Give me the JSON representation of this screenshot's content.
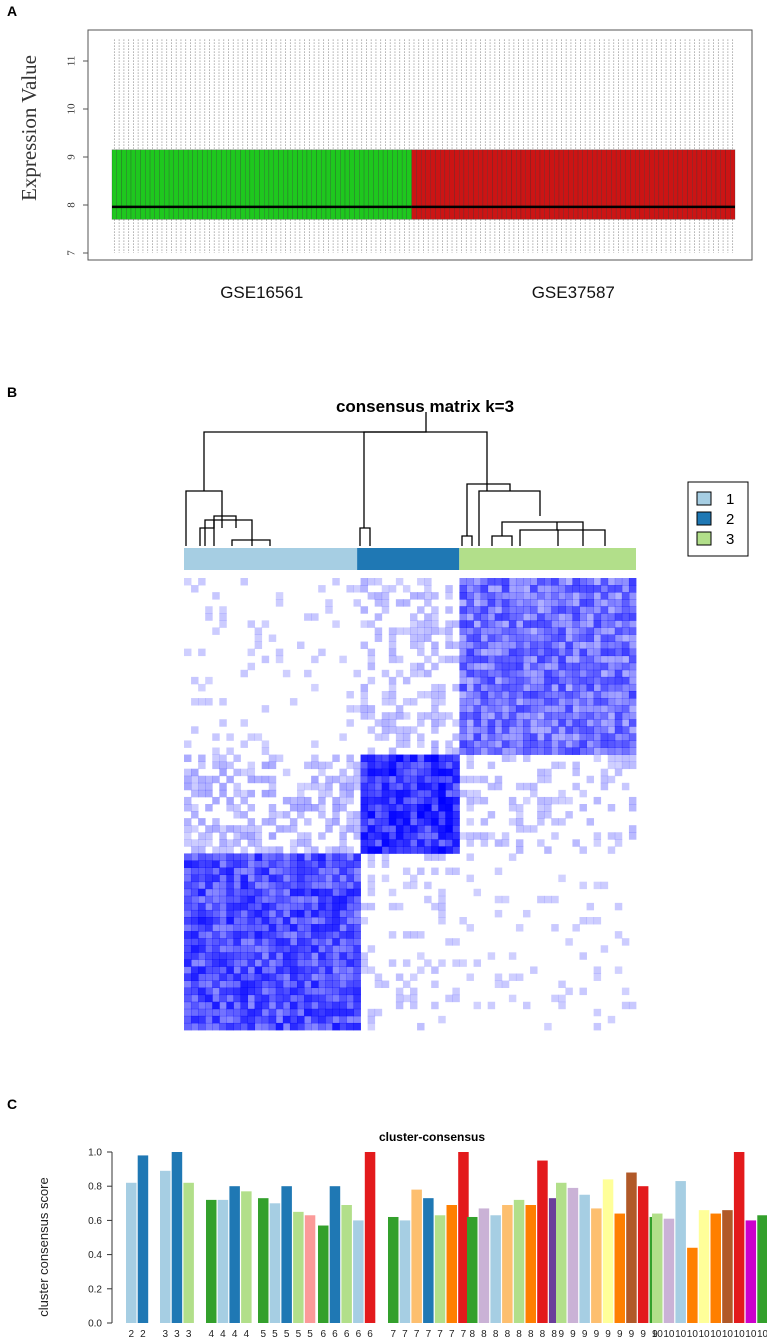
{
  "panels": {
    "a": "A",
    "b": "B",
    "c": "C"
  },
  "chart_data": [
    {
      "type": "box",
      "panel": "A",
      "ylabel": "Expression Value",
      "ylim": [
        7,
        11.5
      ],
      "yticks": [
        7,
        8,
        9,
        10,
        11
      ],
      "groups": [
        {
          "label": "GSE16561",
          "color": "#1ec81e",
          "n_samples": 63,
          "q1": 7.7,
          "median": 7.96,
          "q3": 9.15,
          "whisker_low": 7.0,
          "whisker_high": 11.45
        },
        {
          "label": "GSE37587",
          "color": "#cc1414",
          "n_samples": 68,
          "q1": 7.7,
          "median": 7.96,
          "q3": 9.15,
          "whisker_low": 7.0,
          "whisker_high": 11.45
        }
      ]
    },
    {
      "type": "heatmap",
      "panel": "B",
      "title": "consensus matrix k=3",
      "legend": [
        {
          "label": "1",
          "color": "#a6cee3"
        },
        {
          "label": "2",
          "color": "#1f78b4"
        },
        {
          "label": "3",
          "color": "#b2df8a"
        }
      ],
      "cell_color": "#0000ff",
      "clusters": [
        {
          "label": "1",
          "size": 0.37
        },
        {
          "label": "2",
          "size": 0.22
        },
        {
          "label": "3",
          "size": 0.41
        }
      ],
      "matrix": [
        [
          0.05,
          0.15,
          0.75
        ],
        [
          0.2,
          1.0,
          0.12
        ],
        [
          0.9,
          0.08,
          0.04
        ]
      ]
    },
    {
      "type": "bar",
      "panel": "C",
      "title": "cluster-consensus",
      "ylabel": "cluster consensus score",
      "ylim": [
        0,
        1
      ],
      "yticks": [
        "0.0",
        "0.2",
        "0.4",
        "0.6",
        "0.8",
        "1.0"
      ],
      "groups": [
        {
          "k": "2",
          "bars": [
            {
              "value": 0.82,
              "color": "#a6cee3"
            },
            {
              "value": 0.98,
              "color": "#1f78b4"
            }
          ]
        },
        {
          "k": "3",
          "bars": [
            {
              "value": 0.89,
              "color": "#a6cee3"
            },
            {
              "value": 1.0,
              "color": "#1f78b4"
            },
            {
              "value": 0.82,
              "color": "#b2df8a"
            }
          ]
        },
        {
          "k": "4",
          "bars": [
            {
              "value": 0.72,
              "color": "#33a02c"
            },
            {
              "value": 0.72,
              "color": "#a6cee3"
            },
            {
              "value": 0.8,
              "color": "#1f78b4"
            },
            {
              "value": 0.77,
              "color": "#b2df8a"
            }
          ]
        },
        {
          "k": "5",
          "bars": [
            {
              "value": 0.73,
              "color": "#33a02c"
            },
            {
              "value": 0.7,
              "color": "#a6cee3"
            },
            {
              "value": 0.8,
              "color": "#1f78b4"
            },
            {
              "value": 0.65,
              "color": "#b2df8a"
            },
            {
              "value": 0.63,
              "color": "#fb9a99"
            }
          ]
        },
        {
          "k": "6",
          "bars": [
            {
              "value": 0.57,
              "color": "#33a02c"
            },
            {
              "value": 0.8,
              "color": "#1f78b4"
            },
            {
              "value": 0.69,
              "color": "#b2df8a"
            },
            {
              "value": 0.6,
              "color": "#a6cee3"
            },
            {
              "value": 1.0,
              "color": "#e31a1c"
            }
          ]
        },
        {
          "k": "7",
          "bars": [
            {
              "value": 0.62,
              "color": "#33a02c"
            },
            {
              "value": 0.6,
              "color": "#a6cee3"
            },
            {
              "value": 0.78,
              "color": "#fdbf6f"
            },
            {
              "value": 0.73,
              "color": "#1f78b4"
            },
            {
              "value": 0.63,
              "color": "#b2df8a"
            },
            {
              "value": 0.69,
              "color": "#ff7f00"
            },
            {
              "value": 1.0,
              "color": "#e31a1c"
            }
          ]
        },
        {
          "k": "8",
          "bars": [
            {
              "value": 0.62,
              "color": "#33a02c"
            },
            {
              "value": 0.67,
              "color": "#cab2d6"
            },
            {
              "value": 0.63,
              "color": "#a6cee3"
            },
            {
              "value": 0.69,
              "color": "#fdbf6f"
            },
            {
              "value": 0.72,
              "color": "#b2df8a"
            },
            {
              "value": 0.69,
              "color": "#ff7f00"
            },
            {
              "value": 0.95,
              "color": "#e31a1c"
            },
            {
              "value": 0.73,
              "color": "#6a3d9a"
            }
          ]
        },
        {
          "k": "9",
          "bars": [
            {
              "value": 0.82,
              "color": "#b2df8a"
            },
            {
              "value": 0.79,
              "color": "#cab2d6"
            },
            {
              "value": 0.75,
              "color": "#a6cee3"
            },
            {
              "value": 0.67,
              "color": "#fdbf6f"
            },
            {
              "value": 0.84,
              "color": "#ffff99"
            },
            {
              "value": 0.64,
              "color": "#ff7f00"
            },
            {
              "value": 0.88,
              "color": "#b15928"
            },
            {
              "value": 0.8,
              "color": "#e31a1c"
            },
            {
              "value": 0.62,
              "color": "#33a02c"
            }
          ]
        },
        {
          "k": "10",
          "bars": [
            {
              "value": 0.64,
              "color": "#b2df8a"
            },
            {
              "value": 0.61,
              "color": "#cab2d6"
            },
            {
              "value": 0.83,
              "color": "#a6cee3"
            },
            {
              "value": 0.44,
              "color": "#ff7f00"
            },
            {
              "value": 0.66,
              "color": "#ffff99"
            },
            {
              "value": 0.64,
              "color": "#ff7f00"
            },
            {
              "value": 0.66,
              "color": "#b15928"
            },
            {
              "value": 1.0,
              "color": "#e31a1c"
            },
            {
              "value": 0.6,
              "color": "#cc00cc"
            },
            {
              "value": 0.63,
              "color": "#33a02c"
            }
          ]
        }
      ]
    }
  ]
}
